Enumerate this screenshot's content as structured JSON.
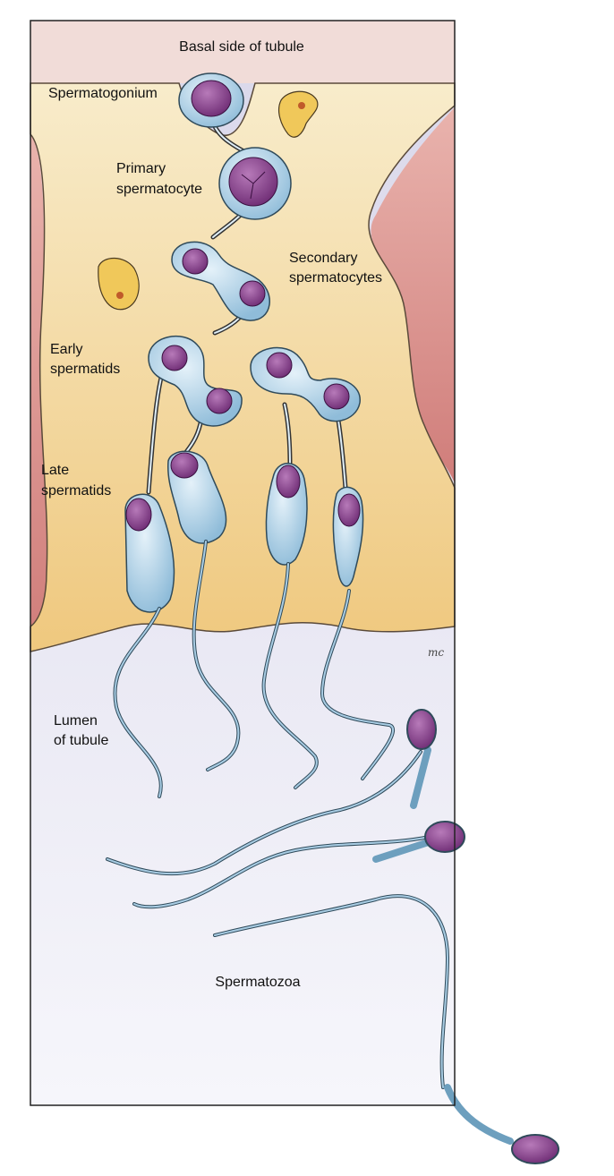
{
  "labels": {
    "basal": "Basal side of tubule",
    "spermatogonium": "Spermatogonium",
    "primary_1": "Primary",
    "primary_2": "spermatocyte",
    "secondary_1": "Secondary",
    "secondary_2": "spermatocytes",
    "early_1": "Early",
    "early_2": "spermatids",
    "late_1": "Late",
    "late_2": "spermatids",
    "lumen_1": "Lumen",
    "lumen_2": "of tubule",
    "spermatozoa": "Spermatozoa",
    "signature": "mc"
  },
  "colors": {
    "basal_pink": "#f1dcd8",
    "sertoli_top": "#f8eccb",
    "sertoli_bottom": "#efc87e",
    "side_red": "#d98a86",
    "lumen_top": "#dcdaec",
    "lumen_bottom": "#f5f5fb",
    "cell_blue": "#a9cde4",
    "nucleus_purple": "#8a3d8e",
    "tail_blue": "#8bbad6"
  }
}
